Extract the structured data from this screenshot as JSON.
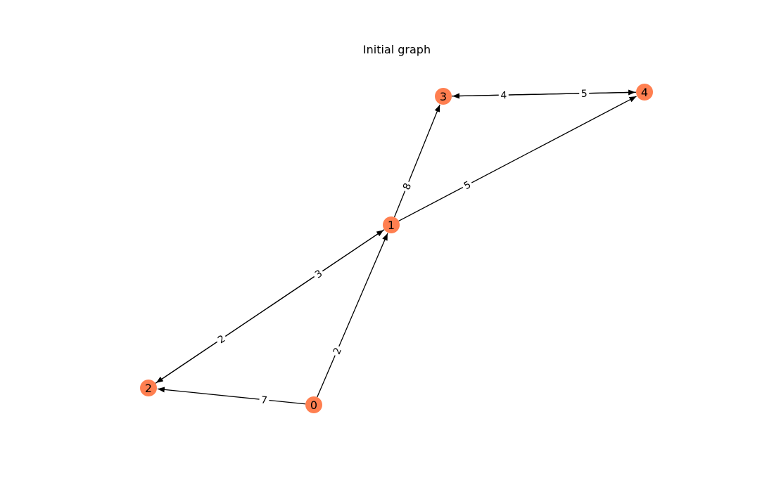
{
  "diagram": {
    "title": "Initial graph",
    "node_color": "#FF7F50",
    "edge_color": "#000000",
    "nodes": [
      "0",
      "1",
      "2",
      "3",
      "4"
    ],
    "edges": [
      {
        "source": "0",
        "target": "2",
        "weight": "7"
      },
      {
        "source": "0",
        "target": "1",
        "weight": "2"
      },
      {
        "source": "1",
        "target": "2",
        "weight": "3"
      },
      {
        "source": "2",
        "target": "1",
        "weight": "2"
      },
      {
        "source": "1",
        "target": "3",
        "weight": "8"
      },
      {
        "source": "1",
        "target": "4",
        "weight": "5"
      },
      {
        "source": "3",
        "target": "4",
        "weight": "4"
      },
      {
        "source": "4",
        "target": "3",
        "weight": "5"
      }
    ]
  }
}
